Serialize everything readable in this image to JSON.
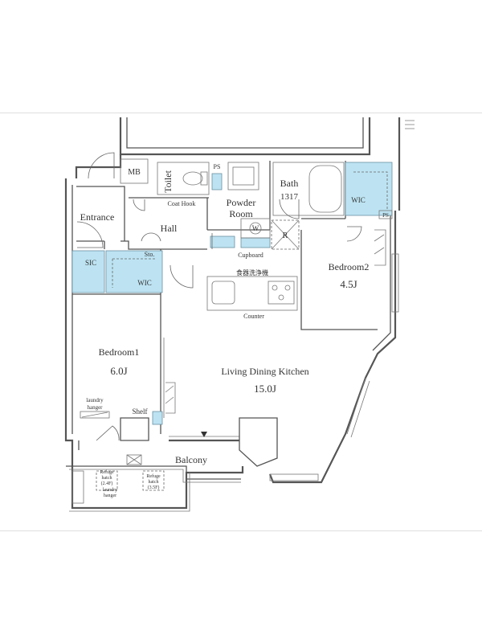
{
  "rooms": {
    "mb": "MB",
    "toilet": "Toilet",
    "ps_top": "PS",
    "bath": "Bath",
    "bath_size": "1317",
    "wic_right": "WIC",
    "ps_right": "PS",
    "entrance": "Entrance",
    "coat_hook": "Coat Hook",
    "powder_room_1": "Powder",
    "powder_room_2": "Room",
    "w": "W",
    "r": "R",
    "hall": "Hall",
    "cupboard": "Cupboard",
    "sic": "SIC",
    "sto": "Sto.",
    "wic_left": "WIC",
    "dishwasher": "食器洗浄機",
    "counter": "Counter",
    "bedroom2": "Bedroom2",
    "bedroom2_size": "4.5J",
    "bedroom1": "Bedroom1",
    "bedroom1_size": "6.0J",
    "ldk": "Living Dining Kitchen",
    "ldk_size": "15.0J",
    "laundry_1": "laundry",
    "laundry_2": "hanger",
    "shelf": "Shelf",
    "balcony": "Balcony",
    "refuge_a_1": "Refuge",
    "refuge_a_2": "hatch",
    "refuge_a_3": "(2.4F)",
    "laundry_b_1": "laundry",
    "laundry_b_2": "hanger",
    "refuge_b_1": "Refuge",
    "refuge_b_2": "hatch",
    "refuge_b_3": "(3.5F)"
  },
  "colors": {
    "storage_fill": "#bde3f2",
    "wall": "#555555",
    "text": "#333333"
  }
}
